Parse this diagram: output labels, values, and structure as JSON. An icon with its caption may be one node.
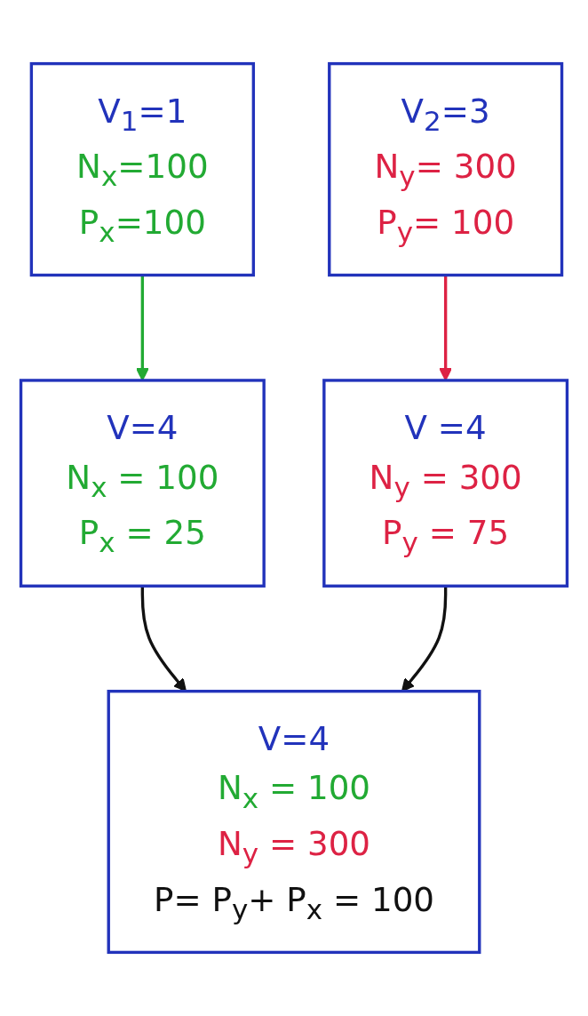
{
  "diagram": {
    "nodes": [
      {
        "text": [
          "V$_{1}$=1",
          "N$_{x}$=100",
          "P$_{x}$=100"
        ]
      },
      {
        "text": [
          "V$_{2}$=3",
          "N$_{y}$= 300",
          "P$_{y}$= 100"
        ]
      },
      {
        "text": [
          "V=4",
          "N$_{x}$ = 100",
          "P$_{x}$ = 25"
        ]
      },
      {
        "text": [
          "V =4",
          "N$_{y}$ = 300",
          "P$_{y}$ = 75"
        ]
      },
      {
        "text": [
          "V=4",
          "N$_{x}$ = 100",
          "N$_{y}$ = 300",
          "P= P$_{y}$+ P$_{x}$ = 100"
        ]
      }
    ],
    "edges": [
      {
        "from": 0,
        "to": 2,
        "arrow": "to",
        "color": "#22aa33"
      },
      {
        "from": 1,
        "to": 3,
        "arrow": "to",
        "color": "#dd2244"
      },
      {
        "from": 2,
        "to": 4,
        "arrow": "to"
      },
      {
        "from": 3,
        "to": 4,
        "arrow": "to"
      }
    ]
  }
}
